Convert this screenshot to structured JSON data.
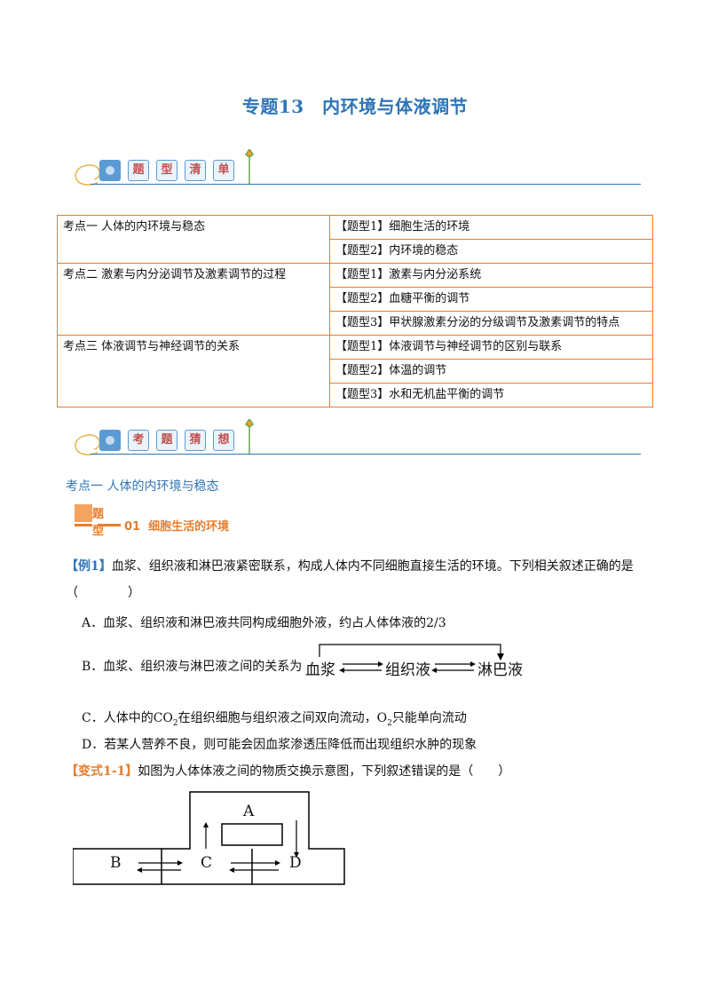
{
  "title": "专题13　内环境与体液调节",
  "banner1": {
    "chars": [
      "题",
      "型",
      "清",
      "单"
    ]
  },
  "banner2": {
    "chars": [
      "考",
      "题",
      "猜",
      "想"
    ]
  },
  "toc": [
    {
      "point": "考点一  人体的内环境与稳态",
      "types": [
        "【题型1】细胞生活的环境",
        "【题型2】内环境的稳态"
      ]
    },
    {
      "point": "考点二  激素与内分泌调节及激素调节的过程",
      "types": [
        "【题型1】激素与内分泌系统",
        "【题型2】血糖平衡的调节",
        "【题型3】甲状腺激素分泌的分级调节及激素调节的特点"
      ]
    },
    {
      "point": "考点三  体液调节与神经调节的关系",
      "types": [
        "【题型1】体液调节与神经调节的区别与联系",
        "【题型2】体温的调节",
        "【题型3】水和无机盐平衡的调节"
      ]
    }
  ],
  "section": "考点一  人体的内环境与稳态",
  "type_tag": {
    "label": "题型",
    "num": "01",
    "name": "细胞生活的环境"
  },
  "example1": {
    "tag": "【例1】",
    "stem": "血浆、组织液和淋巴液紧密联系，构成人体内不同细胞直接生活的环境。下列相关叙述正确的是",
    "paren": "（　　　　）",
    "A": "A．血浆、组织液和淋巴液共同构成细胞外液，约占人体体液的2/3",
    "B_prefix": "B．血浆、组织液与淋巴液之间的关系为",
    "B_nodes": [
      "血浆",
      "组织液",
      "淋巴液"
    ],
    "C_pre": "C．人体中的CO",
    "C_sub": "2",
    "C_mid": "在组织细胞与组织液之间双向流动，O",
    "C_sub2": "2",
    "C_post": "只能单向流动",
    "D": "D．若某人营养不良，则可能会因血浆渗透压降低而出现组织水肿的现象"
  },
  "variant1": {
    "tag": "【变式1-1】",
    "stem": "如图为人体体液之间的物质交换示意图，下列叙述错误的是（　　）",
    "labels": {
      "A": "A",
      "B": "B",
      "C": "C",
      "D": "D"
    }
  }
}
